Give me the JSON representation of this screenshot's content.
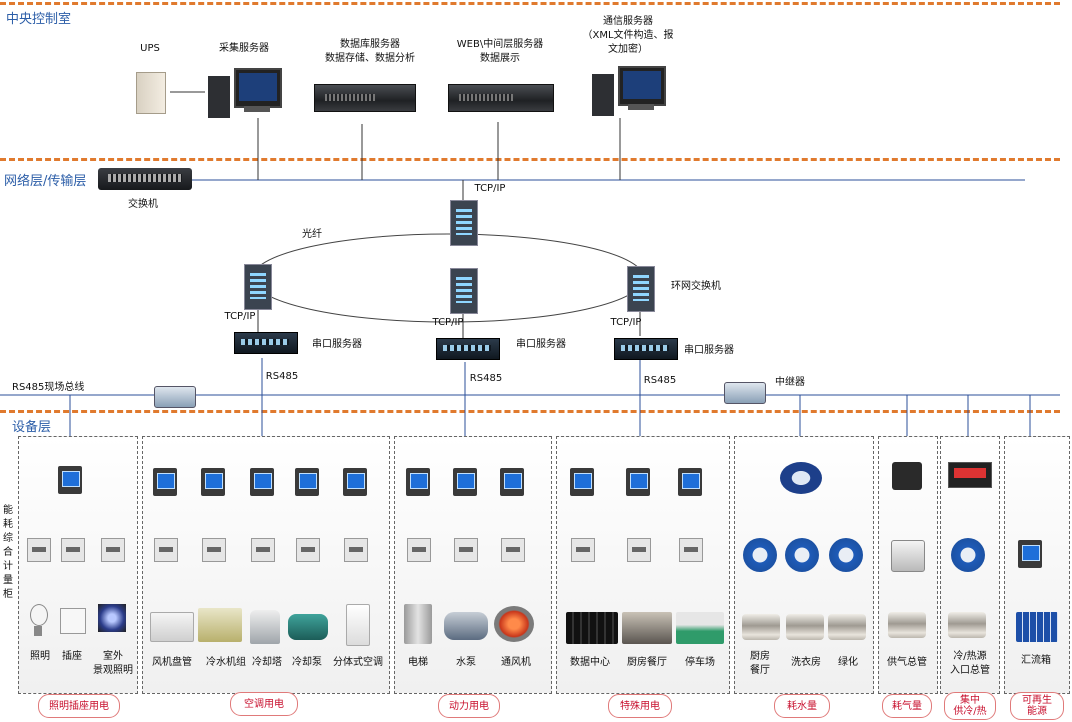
{
  "layers": {
    "central": "中央控制室",
    "network": "网络层/传输层",
    "device": "设备层"
  },
  "central_devices": {
    "ups": "UPS",
    "collect_server": "采集服务器",
    "db_server": "数据库服务器\n数据存储、数据分析",
    "web_server": "WEB\\中间层服务器\n数据展示",
    "comm_server": "通信服务器\n（XML文件构造、报\n文加密）"
  },
  "network": {
    "switch": "交换机",
    "tcpip_top": "TCP/IP",
    "fiber": "光纤",
    "ring_switch": "环网交换机",
    "tcpip_left": "TCP/IP",
    "tcpip_mid": "TCP/IP",
    "tcpip_right": "TCP/IP",
    "serial_left": "串口服务器",
    "serial_mid": "串口服务器",
    "serial_right": "串口服务器",
    "rs485_left": "RS485",
    "rs485_mid": "RS485",
    "rs485_right": "RS485",
    "bus": "RS485现场总线",
    "repeater": "中继器"
  },
  "side_label": "能\n耗\n综\n合\n计\n量\n柜",
  "groups": [
    {
      "tag": "照明插座用电",
      "items": [
        "照明",
        "插座",
        "室外\n景观照明"
      ]
    },
    {
      "tag": "空调用电",
      "items": [
        "风机盘管",
        "冷水机组",
        "冷却塔",
        "冷却泵",
        "分体式空调"
      ]
    },
    {
      "tag": "动力用电",
      "items": [
        "电梯",
        "水泵",
        "通风机"
      ]
    },
    {
      "tag": "特殊用电",
      "items": [
        "数据中心",
        "厨房餐厅",
        "停车场"
      ]
    },
    {
      "tag": "耗水量",
      "items": [
        "厨房\n餐厅",
        "洗衣房",
        "绿化"
      ]
    },
    {
      "tag": "耗气量",
      "items": [
        "供气总管"
      ]
    },
    {
      "tag": "集中\n供冷/热",
      "items": [
        "冷/热源\n入口总管"
      ]
    },
    {
      "tag": "可再生\n能源",
      "items": [
        "汇流箱"
      ]
    }
  ],
  "colors": {
    "layer_text": "#2c5ea8",
    "dash_line": "#e07a2e",
    "tag_text": "#c8102e",
    "bus_line": "#2b4f9a"
  }
}
